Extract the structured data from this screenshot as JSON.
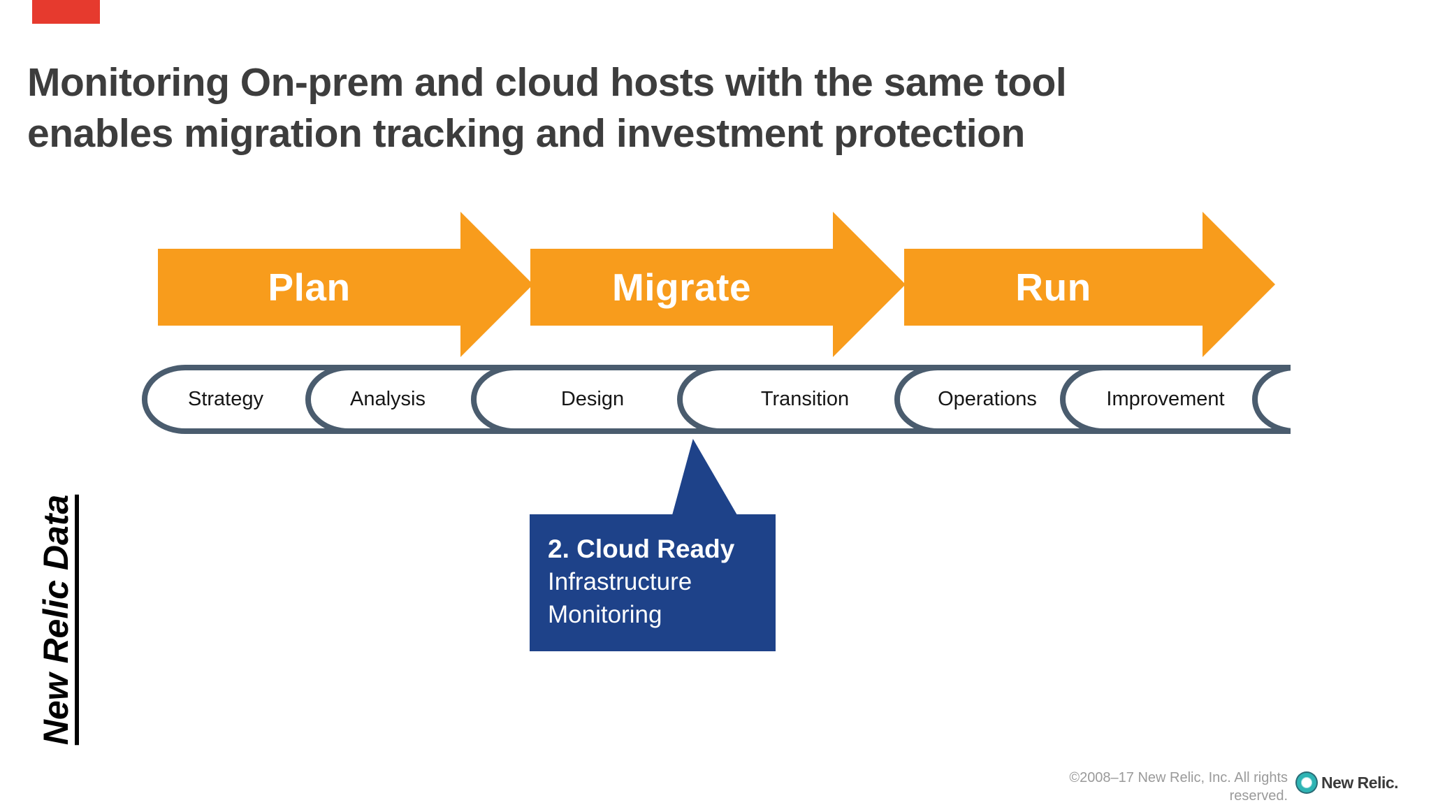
{
  "slide": {
    "title_line1": "Monitoring On-prem and cloud hosts with the same tool",
    "title_line2": "enables migration tracking and investment protection"
  },
  "colors": {
    "arrow_orange": "#F89C1C",
    "callout_navy": "#1E4289",
    "pipe_border": "#4A5C6E",
    "title_gray": "#3D3D3D",
    "marker_red": "#E63A2E",
    "logo_teal": "#2FB4B4"
  },
  "process_arrows": [
    {
      "label": "Plan"
    },
    {
      "label": "Migrate"
    },
    {
      "label": "Run"
    }
  ],
  "pipeline": {
    "stages": [
      {
        "label": "Strategy"
      },
      {
        "label": "Analysis"
      },
      {
        "label": "Design"
      },
      {
        "label": "Transition"
      },
      {
        "label": "Operations"
      },
      {
        "label": "Improvement"
      }
    ]
  },
  "callout": {
    "title": "2. Cloud Ready",
    "line2": "Infrastructure",
    "line3": "Monitoring"
  },
  "side_label": "New Relic Data",
  "footer": {
    "copyright_line1": "©2008–17 New Relic, Inc. All rights",
    "copyright_line2": "reserved.",
    "logo_text": "New Relic."
  }
}
